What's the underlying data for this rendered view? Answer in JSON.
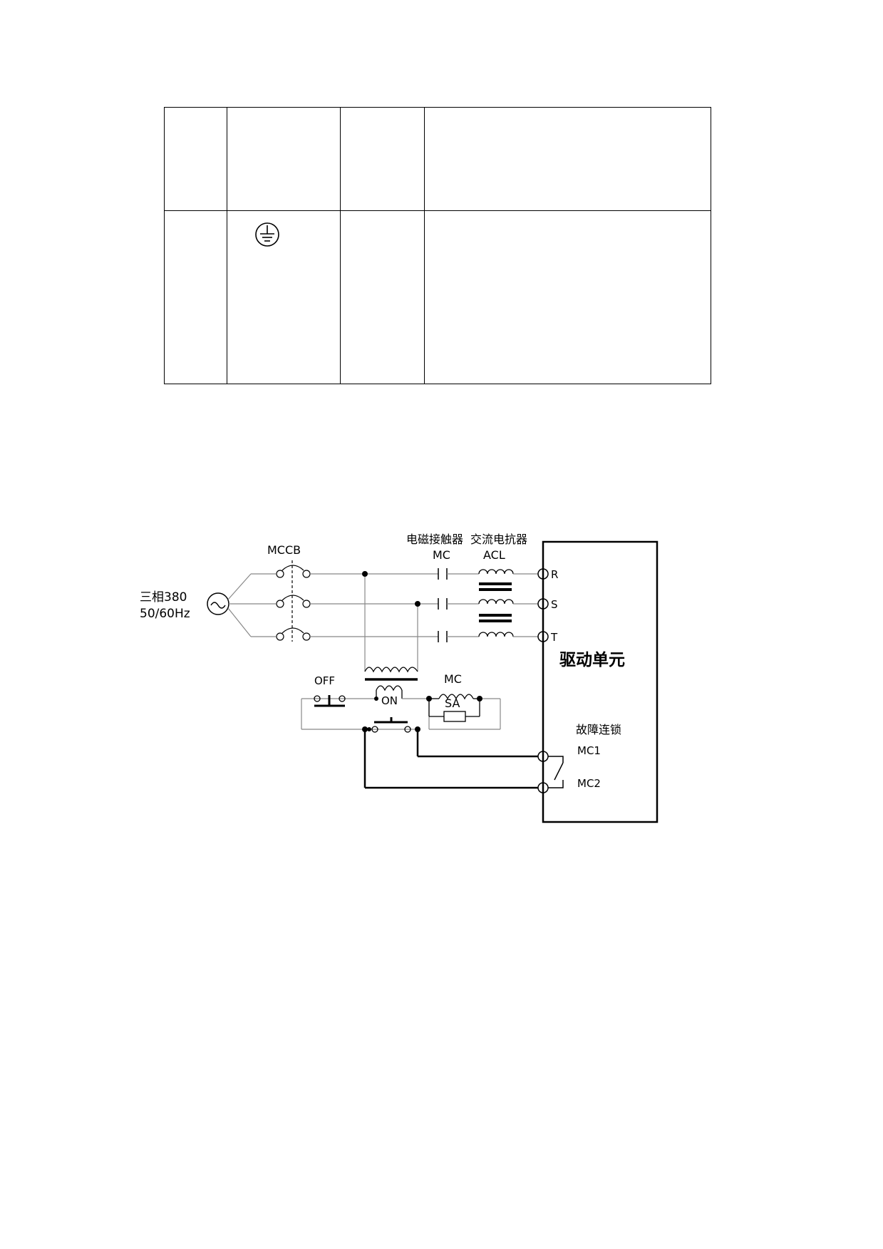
{
  "table": {
    "rows": [
      {
        "cells": [
          "",
          "",
          "",
          ""
        ]
      },
      {
        "cells": [
          "",
          "",
          "",
          ""
        ],
        "symbol_icon": "protective-earth-icon"
      }
    ]
  },
  "diagram": {
    "source_label_line1": "三相380",
    "source_label_line2": "50/60Hz",
    "mccb_label": "MCCB",
    "contactor_label": "电磁接触器",
    "contactor_code": "MC",
    "reactor_label": "交流电抗器",
    "reactor_code": "ACL",
    "terminals": [
      "R",
      "S",
      "T"
    ],
    "drive_unit_label": "驱动单元",
    "off_button_label": "OFF",
    "on_button_label": "ON",
    "coil_label": "MC",
    "surge_absorber_label": "SA",
    "fault_interlock_label": "故障连锁",
    "fault_terminals": [
      "MC1",
      "MC2"
    ]
  }
}
